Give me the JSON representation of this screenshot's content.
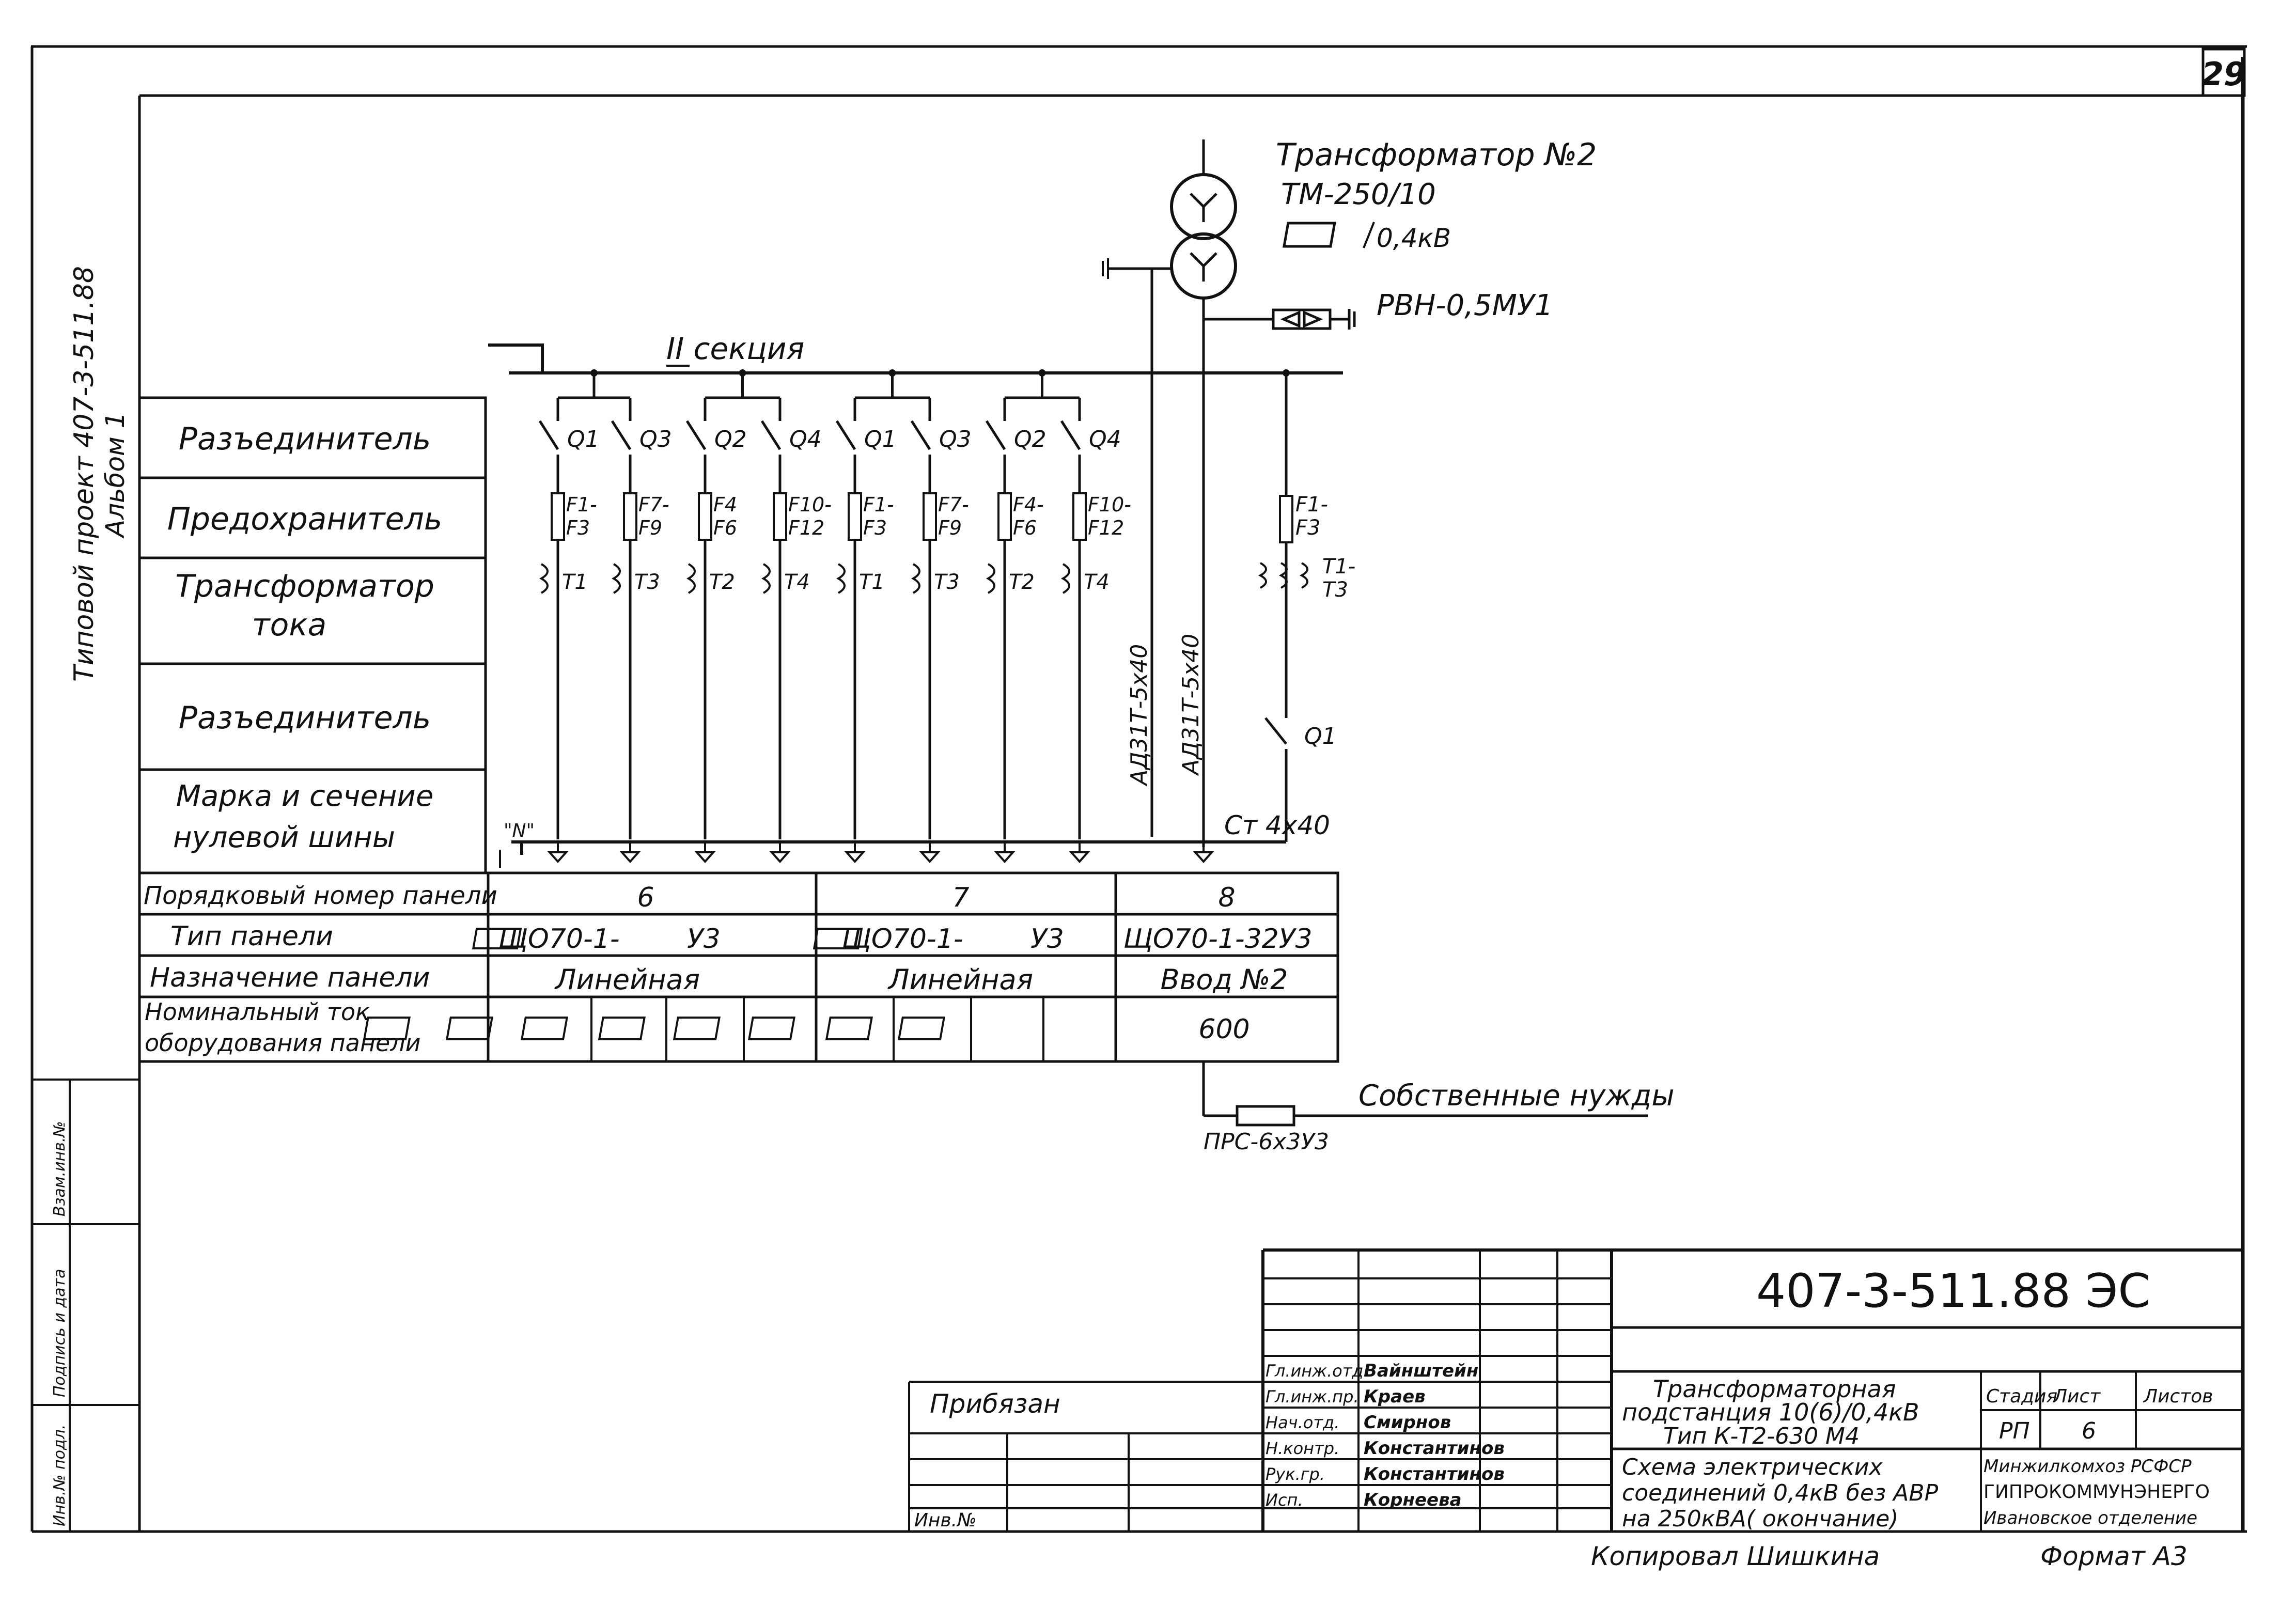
{
  "page_number": "29",
  "side": {
    "project": "Типовой проект 407-3-511.88",
    "album": "Альбом 1",
    "inv_subst": "Взам.инв.№",
    "sign_date": "Подпись и дата",
    "inv_orig": "Инв.№ подл."
  },
  "transformer": {
    "title": "Трансформатор №2",
    "model": "ТМ-250/10",
    "voltage": "0,4кВ",
    "arrester": "РВН-0,5МУ1"
  },
  "bus": {
    "section": "II секция",
    "cable_a": "АД31Т-5х40",
    "cable_b": "АД31Т-5х40",
    "zero_label": "\"N\"",
    "zero_bar": "Ст 4х40"
  },
  "row_labels": [
    "Разъединитель",
    "Предохранитель",
    "Трансформатор",
    "тока",
    "Разъединитель",
    "Марка и сечение",
    "нулевой шины"
  ],
  "feeders": [
    {
      "q": "Q1",
      "f1": "F1-",
      "f2": "F3",
      "t": "T1"
    },
    {
      "q": "Q3",
      "f1": "F7-",
      "f2": "F9",
      "t": "T3"
    },
    {
      "q": "Q2",
      "f1": "F4",
      "f2": "F6",
      "t": "T2"
    },
    {
      "q": "Q4",
      "f1": "F10-",
      "f2": "F12",
      "t": "T4"
    },
    {
      "q": "Q1",
      "f1": "F1-",
      "f2": "F3",
      "t": "T1"
    },
    {
      "q": "Q3",
      "f1": "F7-",
      "f2": "F9",
      "t": "T3"
    },
    {
      "q": "Q2",
      "f1": "F4-",
      "f2": "F6",
      "t": "T2"
    },
    {
      "q": "Q4",
      "f1": "F10-",
      "f2": "F12",
      "t": "T4"
    }
  ],
  "input_feeder": {
    "q_top": "",
    "f1": "F1-",
    "f2": "F3",
    "t1": "T1-",
    "t2": "T3",
    "q_bottom": "Q1"
  },
  "panel_table": {
    "row_headers": [
      "Порядковый номер панели",
      "Тип панели",
      "Назначение панели",
      "Номинальный ток",
      "оборудования панели"
    ],
    "panels": [
      {
        "number": "6",
        "type": "ЩО70-1-",
        "type_suffix": "У3",
        "purpose": "Линейная"
      },
      {
        "number": "7",
        "type": "ЩО70-1-",
        "type_suffix": "У3",
        "purpose": "Линейная"
      },
      {
        "number": "8",
        "type": "ЩО70-1-32У3",
        "type_suffix": "",
        "purpose": "Ввод №2",
        "current": "600"
      }
    ]
  },
  "aux": {
    "label": "Собственные нужды",
    "cable": "ПРС-6х3У3"
  },
  "title_block": {
    "doc_code": "407-3-511.88 ЭС",
    "attached": "Прибязан",
    "inv_no": "Инв.№",
    "roles": [
      "Гл.инж.отд.",
      "Гл.инж.пр.",
      "Нач.отд.",
      "Н.контр.",
      "Рук.гр.",
      "Исп."
    ],
    "names": [
      "Вайнштейн",
      "Краев",
      "Смирнов",
      "Константинов",
      "Константинов",
      "Корнеева"
    ],
    "object_l1": "Трансформаторная",
    "object_l2": "подстанция 10(6)/0,4кВ",
    "object_l3": "Тип К-Т2-630 М4",
    "sheet_l1": "Схема электрических",
    "sheet_l2": "соединений 0,4кВ без АВР",
    "sheet_l3": "на 250кВА( окончание)",
    "stage_h": "Стадия",
    "sheet_h": "Лист",
    "sheets_h": "Листов",
    "stage": "РП",
    "sheet": "6",
    "org_l1": "Минжилкомхоз РСФСР",
    "org_l2": "ГИПРОКОММУНЭНЕРГО",
    "org_l3": "Ивановское отделение",
    "copied": "Копировал Шишкина",
    "format": "Формат А3"
  }
}
